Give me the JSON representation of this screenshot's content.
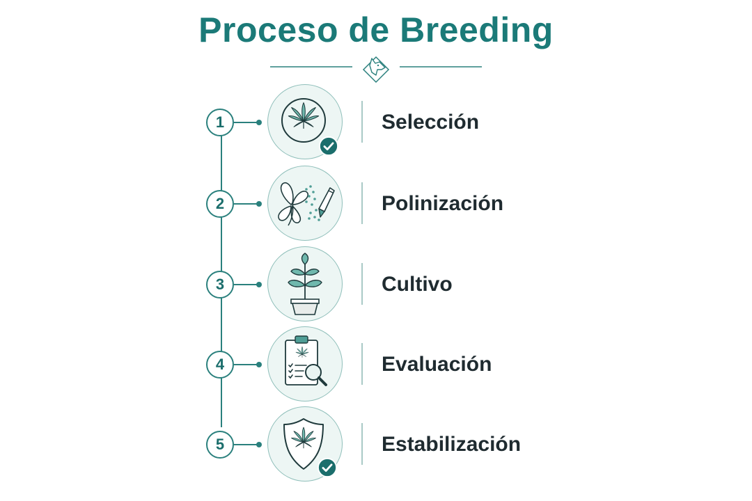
{
  "title": "Proceso de Breeding",
  "icons": {
    "divider": "dog-head-icon",
    "step1": "cannabis-leaf-check-icon",
    "step2": "pollination-flower-brush-icon",
    "step3": "potted-plant-icon",
    "step4": "clipboard-magnifier-icon",
    "step5": "shield-leaf-check-icon"
  },
  "colors": {
    "accent": "#1b7a78",
    "line": "#2a807d",
    "icon_bg": "#edf6f4",
    "leaf": "#6fb8ad",
    "text": "#1f2b30"
  },
  "steps": [
    {
      "number": "1",
      "label": "Selección"
    },
    {
      "number": "2",
      "label": "Polinización"
    },
    {
      "number": "3",
      "label": "Cultivo"
    },
    {
      "number": "4",
      "label": "Evaluación"
    },
    {
      "number": "5",
      "label": "Estabilización"
    }
  ]
}
